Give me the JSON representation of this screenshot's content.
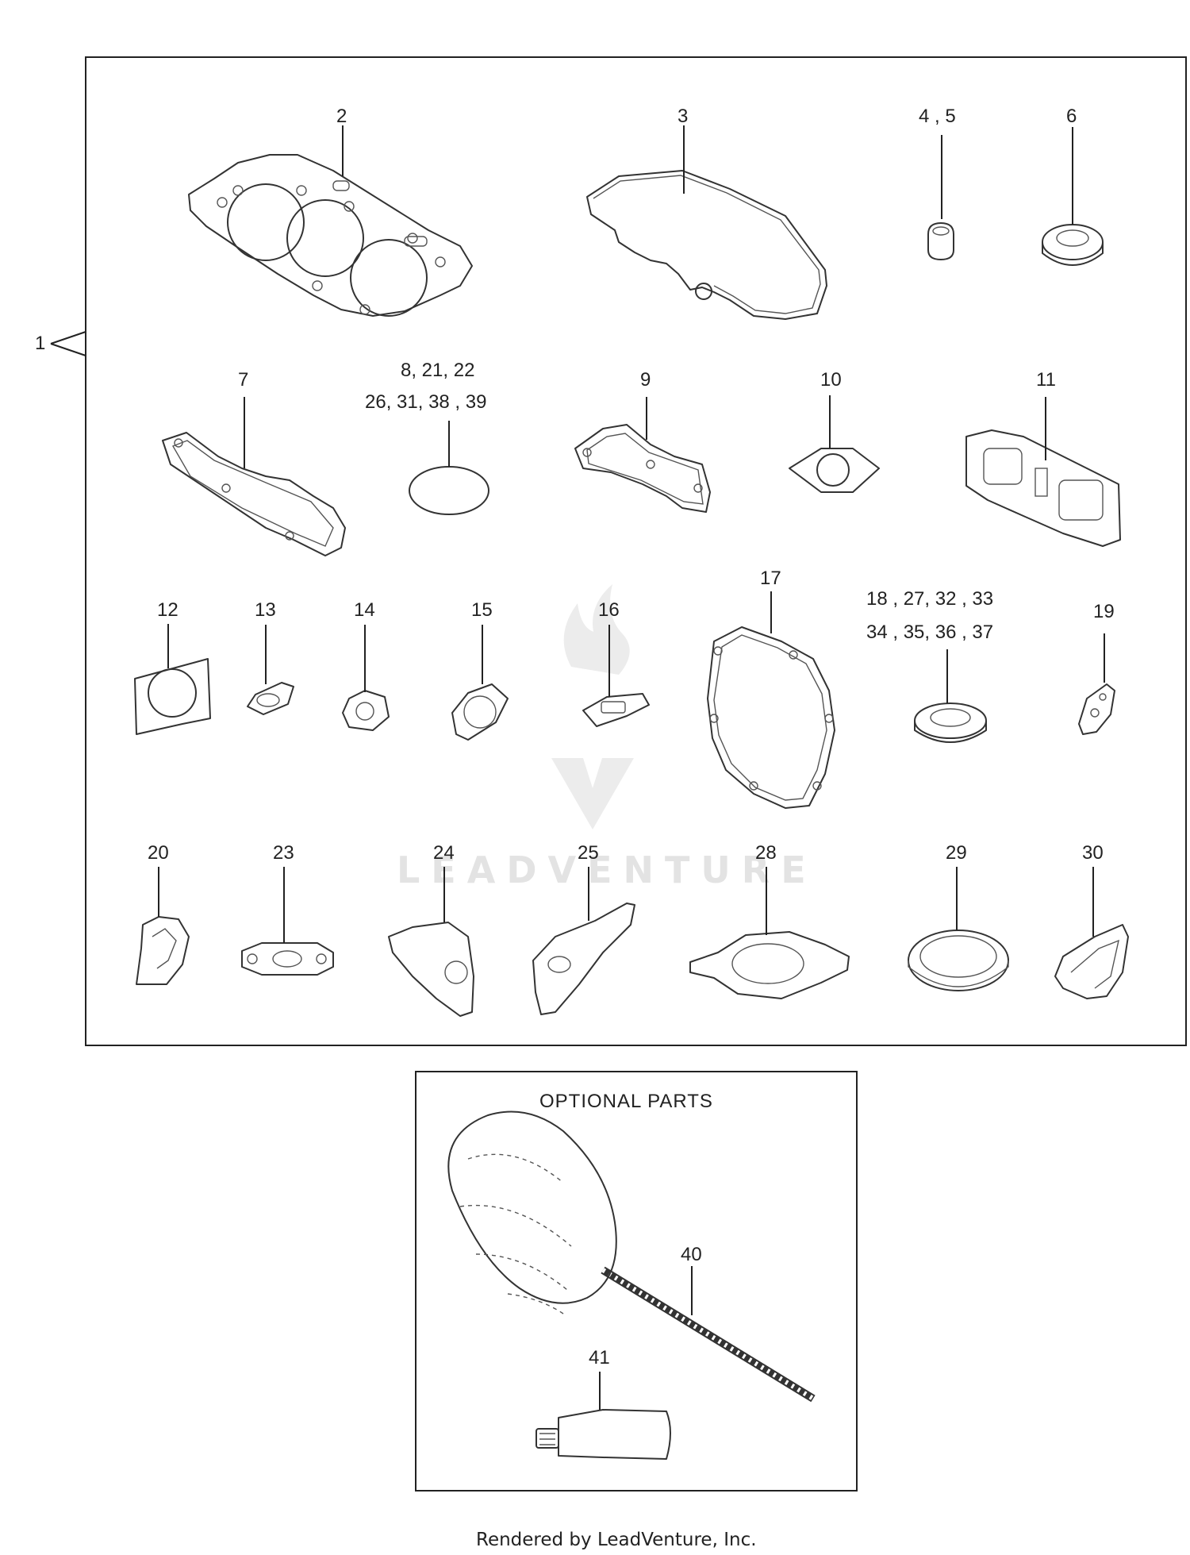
{
  "callouts": {
    "c1": "1",
    "c2": "2",
    "c3": "3",
    "c4_5": "4 , 5",
    "c6": "6",
    "c7": "7",
    "c8_line1": "8,   21,  22",
    "c8_line2": "26,   31,   38 , 39",
    "c9": "9",
    "c10": "10",
    "c11": "11",
    "c12": "12",
    "c13": "13",
    "c14": "14",
    "c15": "15",
    "c16": "16",
    "c17": "17",
    "c18_line1": "18 ,   27,   32 , 33",
    "c18_line2": "34 ,   35,   36 , 37",
    "c19": "19",
    "c20": "20",
    "c23": "23",
    "c24": "24",
    "c25": "25",
    "c28": "28",
    "c29": "29",
    "c30": "30",
    "c40": "40",
    "c41": "41"
  },
  "optional_parts_title": "OPTIONAL  PARTS",
  "watermark": "LEADVENTURE",
  "footer": "Rendered by LeadVenture, Inc."
}
